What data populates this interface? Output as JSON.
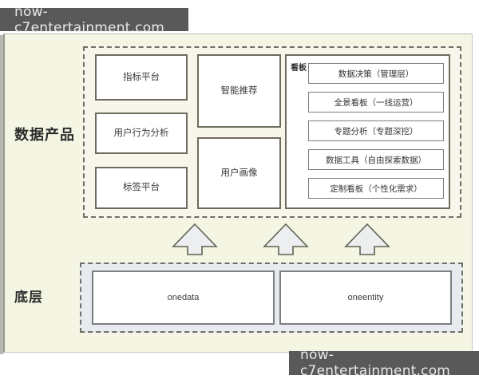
{
  "watermark": {
    "top_text": "now-c7entertainment.com",
    "bottom_text": "now-c7entertainment.com"
  },
  "colors": {
    "page_background": "#f4f5e3",
    "products_panel_background": "#f8f5ea",
    "base_panel_background": "#e7eaee",
    "node_background": "#ffffff",
    "node_border": "#6f6a5e",
    "dashed_border": "#6f6f68",
    "arrow_fill": "#eceef0",
    "arrow_stroke": "#5d6352",
    "watermark_background": "#595959",
    "watermark_text": "#e8e8e8"
  },
  "rows": {
    "products": {
      "label": "数据产品"
    },
    "base": {
      "label": "底层"
    }
  },
  "products_panel": {
    "column_one": [
      {
        "label": "指标平台"
      },
      {
        "label": "用户行为分析"
      },
      {
        "label": "标签平台"
      }
    ],
    "column_two": [
      {
        "label": "智能推荐"
      },
      {
        "label": "用户画像"
      }
    ],
    "dashboard_group": {
      "title": "看板",
      "items": [
        {
          "label": "数据决策（管理层）"
        },
        {
          "label": "全景看板（一线运营）"
        },
        {
          "label": "专题分析（专题深挖）"
        },
        {
          "label": "数据工具（自由探索数据）"
        },
        {
          "label": "定制看板（个性化需求）"
        }
      ]
    }
  },
  "base_panel": {
    "items": [
      {
        "label": "onedata"
      },
      {
        "label": "oneentity"
      }
    ]
  },
  "arrows": {
    "count": 3,
    "direction": "up",
    "semantic": "base-layer-supports-data-products"
  }
}
